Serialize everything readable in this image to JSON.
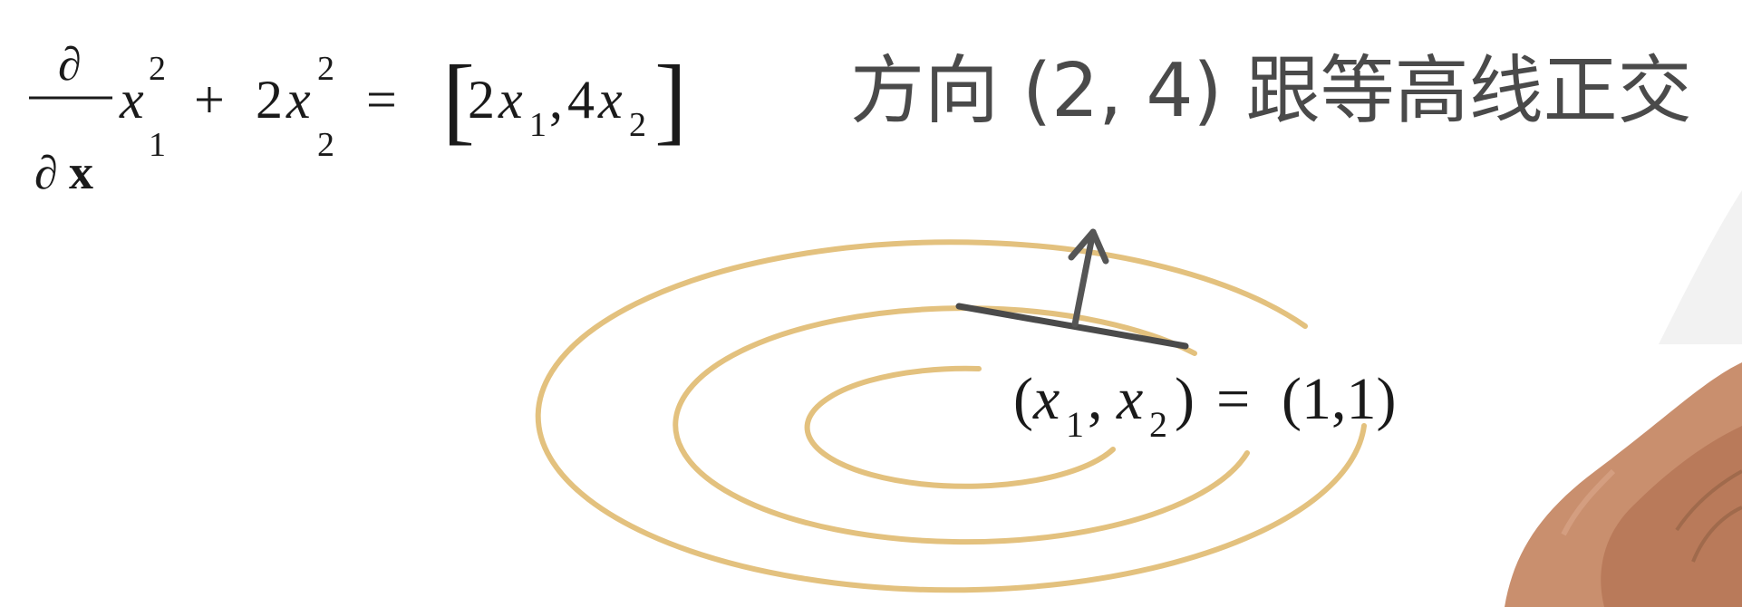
{
  "formula": {
    "numerator": "∂",
    "denominator_d": "∂",
    "denominator_x": "x",
    "term1_var": "x",
    "term1_sub": "1",
    "term1_sup": "2",
    "plus": "+",
    "term2_coef": "2",
    "term2_var": "x",
    "term2_sub": "2",
    "term2_sup": "2",
    "equals": "=",
    "open_bracket": "[",
    "rhs1_coef": "2",
    "rhs1_var": "x",
    "rhs1_sub": "1",
    "comma": ",",
    "rhs2_coef": "4",
    "rhs2_var": "x",
    "rhs2_sub": "2",
    "close_bracket": "]"
  },
  "caption": {
    "text": "方向 (2, 4) 跟等高线正交"
  },
  "point_label": {
    "open_paren": "(",
    "var1": "x",
    "sub1": "1",
    "sep": ",",
    "var2": "x",
    "sub2": "2",
    "close_paren": ")",
    "equals": "=",
    "value": "(1,1)"
  },
  "colors": {
    "contour": "#E3C17E",
    "arrow": "#555555",
    "tangent": "#4a4a4a",
    "text": "#1a1a1a",
    "caption": "#4a4a4a"
  }
}
